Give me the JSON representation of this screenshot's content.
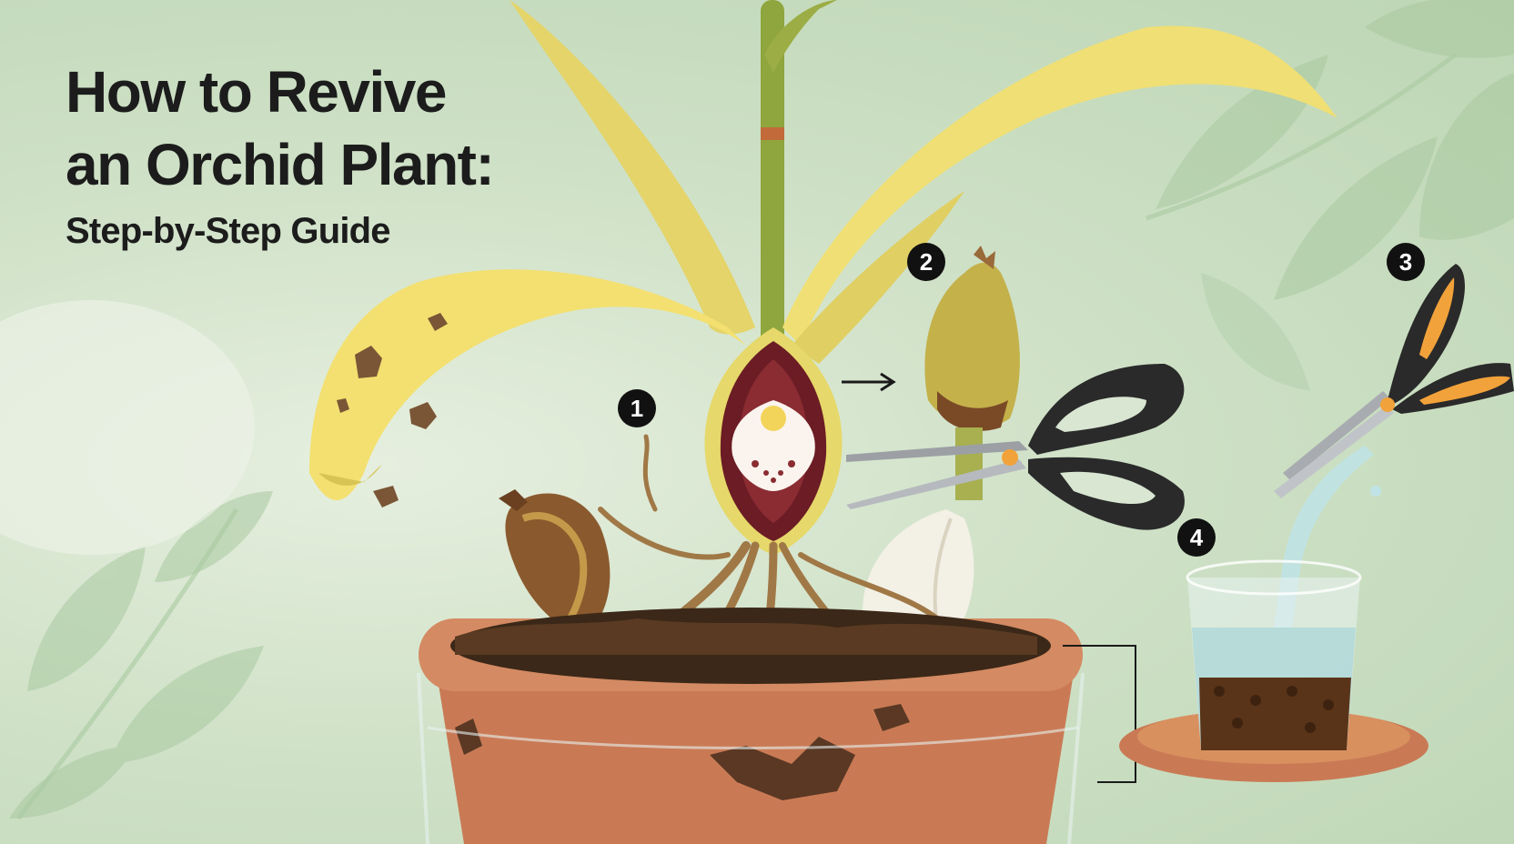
{
  "title": {
    "line1": "How to Revive",
    "line2": "an Orchid Plant:",
    "subtitle": "Step-by-Step Guide"
  },
  "steps": [
    {
      "number": "1"
    },
    {
      "number": "2"
    },
    {
      "number": "3"
    },
    {
      "number": "4"
    }
  ],
  "colors": {
    "background": "#c9dcc0",
    "leaf_yellow": "#f0dc6a",
    "pot_terracotta": "#c97a55",
    "scissor_handle": "#2a2a2a",
    "scissor_accent": "#f2a23a",
    "water": "#bfe3e6",
    "badge": "#111111"
  },
  "icons": [
    "orchid-plant",
    "cut-open-bulb",
    "scissors",
    "water-glass",
    "terracotta-pot",
    "arrow"
  ]
}
